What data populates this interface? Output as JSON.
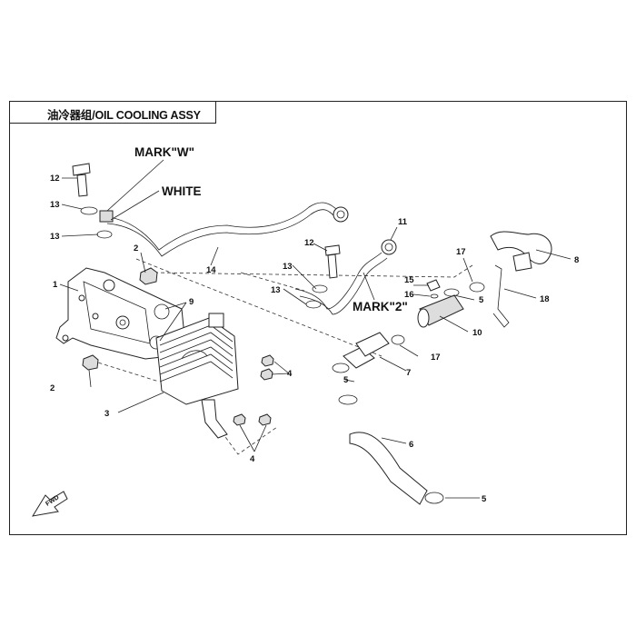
{
  "title": "油冷器组/OIL COOLING ASSY",
  "labels": {
    "mark_w": "MARK\"W\"",
    "white": "WHITE",
    "mark_2": "MARK\"2\"",
    "fwd": "FWD"
  },
  "callouts": {
    "c12a": "12",
    "c13a": "13",
    "c13b": "13",
    "c1": "1",
    "c2a": "2",
    "c9": "9",
    "c14": "14",
    "c12b": "12",
    "c13c": "13",
    "c13d": "13",
    "c11": "11",
    "c4a": "4",
    "c2b": "2",
    "c3": "3",
    "c4b": "4",
    "c5a": "5",
    "c7": "7",
    "c17a": "17",
    "c15": "15",
    "c16": "16",
    "c5b": "5",
    "c10": "10",
    "c17b": "17",
    "c8": "8",
    "c18": "18",
    "c6": "6",
    "c5c": "5"
  }
}
